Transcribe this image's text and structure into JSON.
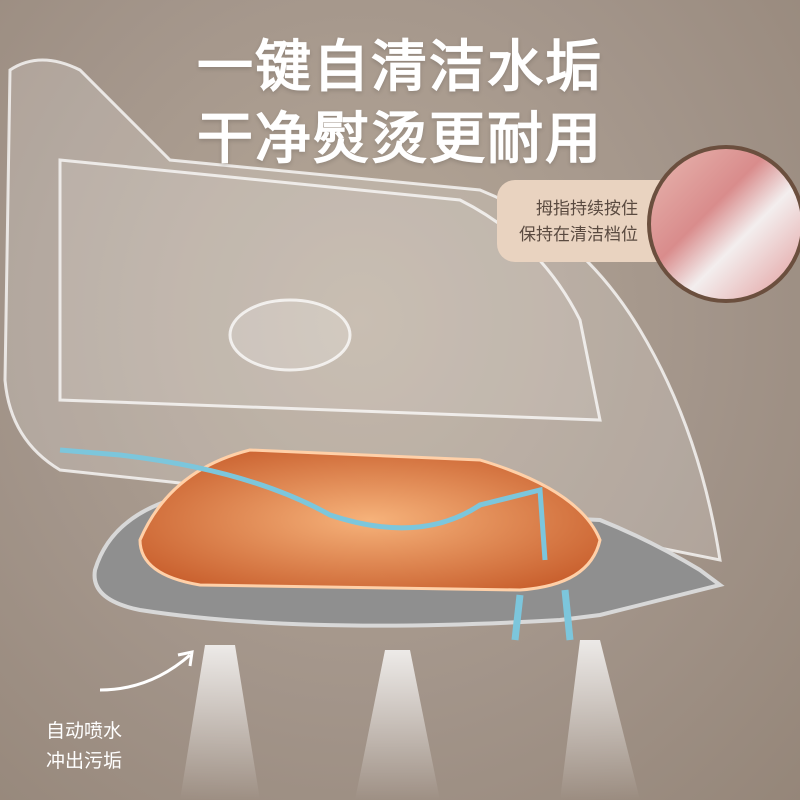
{
  "headline": {
    "line1": "一键自清洁水垢",
    "line2": "干净熨烫更耐用"
  },
  "callout": {
    "line1": "拇指持续按住",
    "line2": "保持在清洁档位"
  },
  "note": {
    "line1": "自动喷水",
    "line2": "冲出污垢"
  },
  "colors": {
    "background": "#a89a8c",
    "heating_plate": "#e07a4a",
    "water_flow": "#7cc6dc",
    "soleplate": "#8f8f8f",
    "callout_bg": "#e9d3c0",
    "button_pink": "#d98c8c"
  }
}
